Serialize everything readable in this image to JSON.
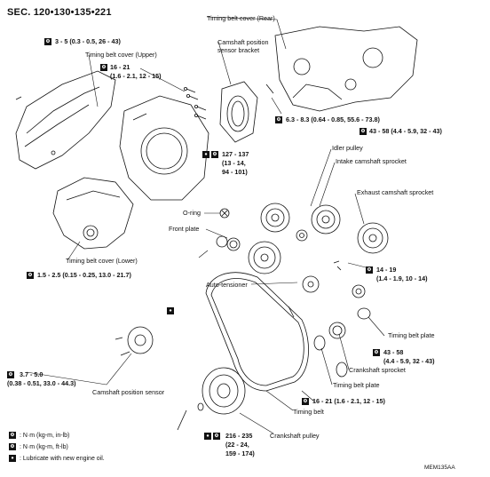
{
  "section": "SEC. 120•130•135•221",
  "diagram_code": "MEM135AA",
  "labels": {
    "torque_3_5": "3 - 5 (0.3 - 0.5, 26 - 43)",
    "timing_belt_cover_upper": "Timing belt cover (Upper)",
    "torque_16_21_a1": "16 - 21",
    "torque_16_21_a2": "(1.6 - 2.1, 12 - 15)",
    "camshaft_sensor_bracket_1": "Camshaft position",
    "camshaft_sensor_bracket_2": "sensor bracket",
    "timing_belt_cover_rear": "Timing belt cover (Rear)",
    "torque_6_3_8_3": "6.3 - 8.3 (0.64 - 0.85, 55.6 - 73.8)",
    "torque_43_58_a": "43 - 58 (4.4 - 5.9, 32 - 43)",
    "idler_pulley": "Idler pulley",
    "torque_127_1": "127 - 137",
    "torque_127_2": "(13 - 14,",
    "torque_127_3": "94 - 101)",
    "intake_camshaft_sprocket": "Intake camshaft sprocket",
    "exhaust_camshaft_sprocket": "Exhaust camshaft sprocket",
    "o_ring": "O-ring",
    "front_plate": "Front plate",
    "timing_belt_cover_lower": "Timing belt cover (Lower)",
    "torque_1_5_2_5": "1.5 - 2.5 (0.15 - 0.25, 13.0 - 21.7)",
    "torque_14_19_1": "14 - 19",
    "torque_14_19_2": "(1.4 - 1.9, 10 - 14)",
    "auto_tensioner": "Auto-tensioner",
    "timing_belt_plate_1": "Timing belt plate",
    "torque_43_58_b1": "43 - 58",
    "torque_43_58_b2": "(4.4 - 5.9, 32 - 43)",
    "crankshaft_sprocket": "Crankshaft sprocket",
    "timing_belt_plate_2": "Timing belt plate",
    "torque_3_7_5_0_1": "3.7 - 5.0",
    "torque_3_7_5_0_2": "(0.38 - 0.51, 33.0 - 44.3)",
    "camshaft_position_sensor": "Camshaft position sensor",
    "torque_16_21_b": "16 - 21 (1.6 - 2.1, 12 - 15)",
    "timing_belt": "Timing belt",
    "torque_216_1": "216 - 235",
    "torque_216_2": "(22 - 24,",
    "torque_216_3": "159 - 174)",
    "crankshaft_pulley": "Crankshaft pulley"
  },
  "legend": {
    "nm_kgm_inlb": ": N·m (kg-m, in-lb)",
    "nm_kgm_ftlb": ": N·m (kg-m, ft-lb)",
    "lubricate": ": Lubricate with new engine oil."
  }
}
